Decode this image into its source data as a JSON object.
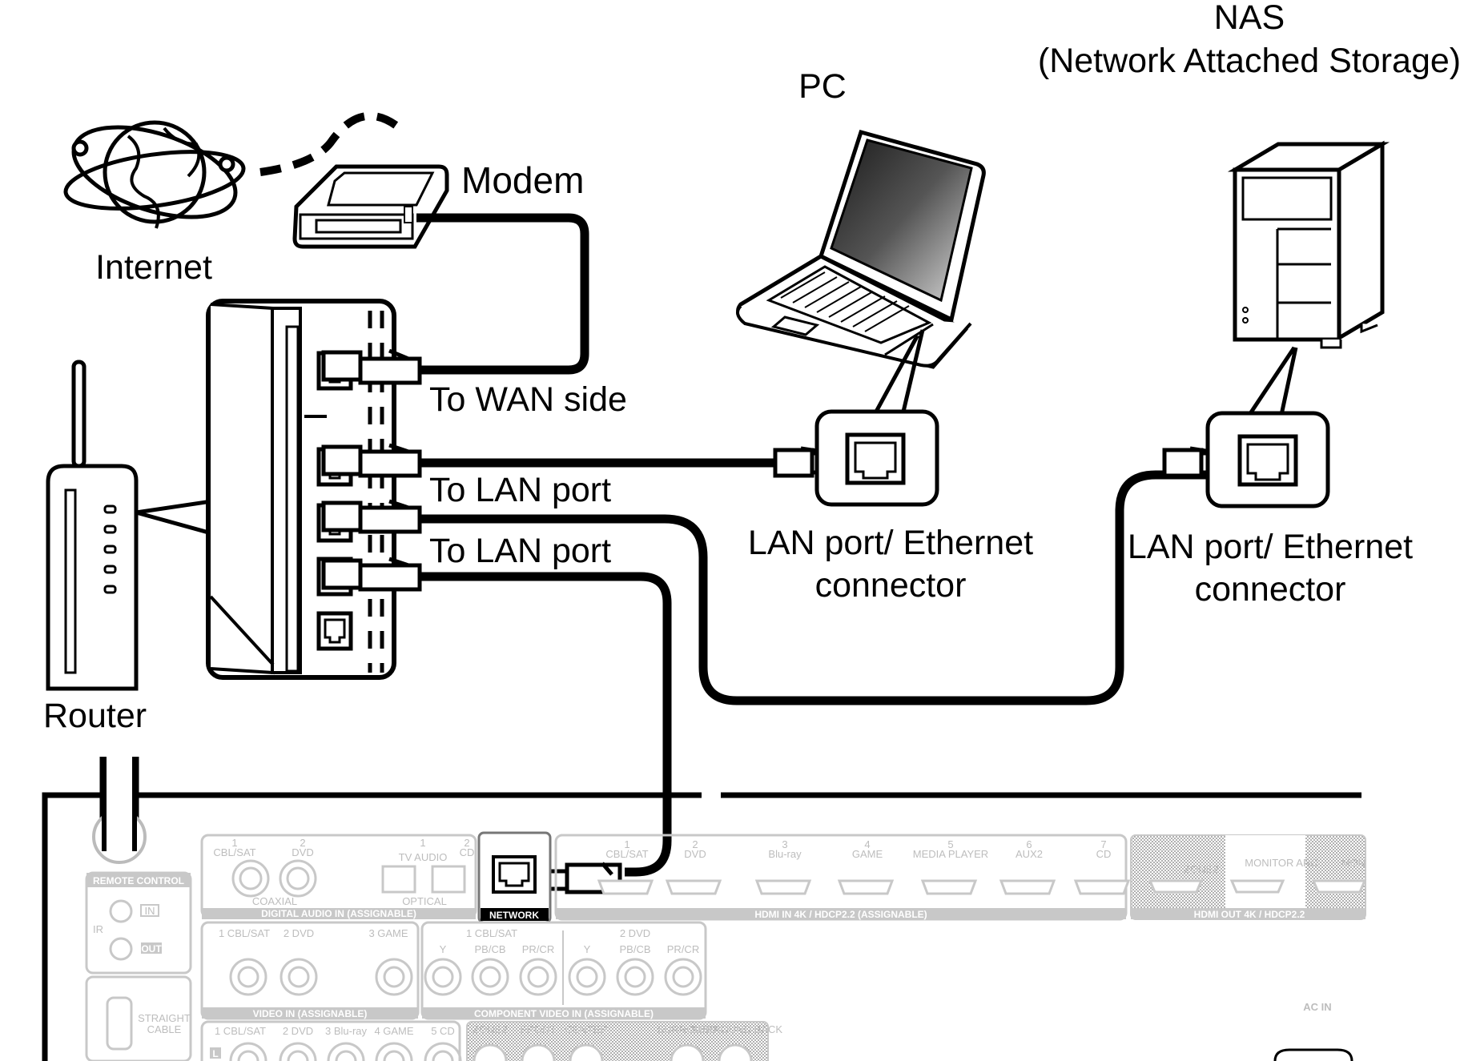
{
  "labels": {
    "nas_title": "NAS",
    "nas_subtitle": "(Network Attached Storage)",
    "pc": "PC",
    "modem": "Modem",
    "internet": "Internet",
    "to_wan": "To WAN side",
    "to_lan_1": "To LAN port",
    "to_lan_2": "To LAN port",
    "lan_pc_line1": "LAN port/ Ethernet",
    "lan_pc_line2": "connector",
    "lan_nas_line1": "LAN port/ Ethernet",
    "lan_nas_line2": "connector",
    "router": "Router"
  },
  "receiver": {
    "remote_control": "REMOTE CONTROL",
    "ir": "IR",
    "ir_in": "IN",
    "ir_out": "OUT",
    "straight_cable": [
      "STRAIGHT",
      "CABLE"
    ],
    "digital_audio": {
      "inputs": [
        "CBL/SAT",
        "DVD",
        "TV AUDIO",
        "CD"
      ],
      "numbers": [
        "1",
        "2",
        "1",
        "2"
      ],
      "sub_coaxial": "COAXIAL",
      "sub_optical": "OPTICAL",
      "footer": "DIGITAL AUDIO IN (ASSIGNABLE)"
    },
    "network": "NETWORK",
    "hdmi_in": {
      "numbers": [
        "1",
        "2",
        "3",
        "4",
        "5",
        "6",
        "7"
      ],
      "inputs": [
        "CBL/SAT",
        "DVD",
        "Blu-ray",
        "GAME",
        "MEDIA PLAYER",
        "AUX2",
        "CD"
      ],
      "footer": "HDMI IN 4K / HDCP2.2 (ASSIGNABLE)"
    },
    "hdmi_out": {
      "labels": [
        "ZONE2",
        "MONITOR ARC",
        "MON"
      ],
      "footer": "HDMI OUT 4K / HDCP2.2"
    },
    "video_in": {
      "inputs": [
        "1 CBL/SAT",
        "2 DVD",
        "3 GAME"
      ],
      "footer": "VIDEO IN (ASSIGNABLE)"
    },
    "component_video": {
      "groups": [
        "1 CBL/SAT",
        "2 DVD"
      ],
      "channels": [
        "Y",
        "PB/CB",
        "PR/CR",
        "Y",
        "PB/CB",
        "PR/CR"
      ],
      "footer": "COMPONENT VIDEO IN (ASSIGNABLE)"
    },
    "audio_in": {
      "inputs": [
        "1 CBL/SAT",
        "2 DVD",
        "3 Blu-ray",
        "4 GAME",
        "5 CD"
      ],
      "left": "L"
    },
    "preout": [
      "ZONE2",
      "FRONT",
      "CENTER",
      "SURROUND",
      "SURROUND BACK"
    ],
    "ac_in": "AC IN"
  }
}
